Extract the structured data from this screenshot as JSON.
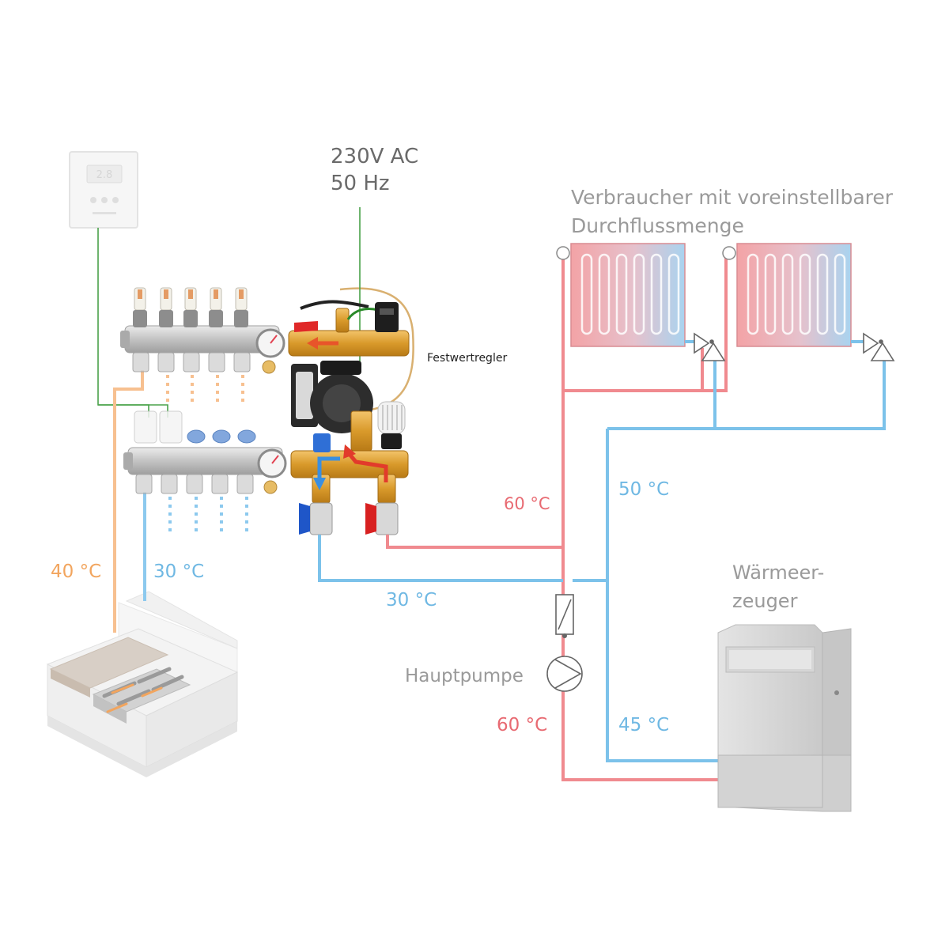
{
  "labels": {
    "power_line1": "230V AC",
    "power_line2": "50 Hz",
    "consumers_line1": "Verbraucher mit voreinstellbarer",
    "consumers_line2": "Durchflussmenge",
    "regulator": "Festwertregler",
    "temp_supply_60_top": "60 °C",
    "temp_return_50": "50 °C",
    "temp_floor_40": "40 °C",
    "temp_floor_30": "30 °C",
    "temp_return_30": "30 °C",
    "main_pump": "Hauptpumpe",
    "temp_supply_60_bottom": "60 °C",
    "temp_return_45": "45 °C",
    "generator_line1": "Wärmeer-",
    "generator_line2": "zeuger",
    "thermostat_display": "2.8"
  },
  "colors": {
    "hot": "#f08a8f",
    "cold": "#7cc2ea",
    "warm_floor": "#f7c090",
    "wire": "#4aa24a",
    "brass": "#d99a2b",
    "text_gray": "#9a9a9a",
    "text_red": "#e86a72",
    "text_blue": "#6fb8e3",
    "text_orange": "#f2a55e"
  }
}
